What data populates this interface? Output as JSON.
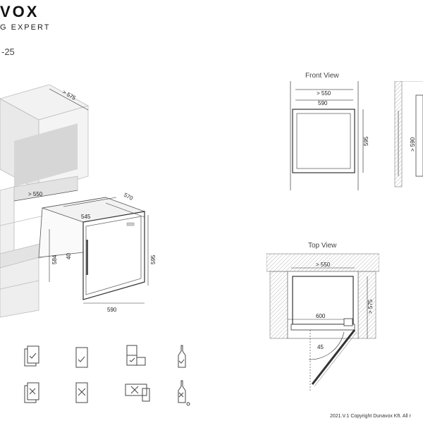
{
  "brand": {
    "name": "VOX",
    "tagline": "G EXPERT"
  },
  "model_fragment": "-25",
  "views": {
    "front": {
      "title": "Front View",
      "dims": [
        "> 550",
        "590",
        "595"
      ],
      "side_dim": "> 590"
    },
    "top": {
      "title": "Top View",
      "dims": [
        "> 550",
        "600",
        "> 575",
        "45"
      ]
    }
  },
  "installation": {
    "dims": [
      "> 575",
      "> 550",
      "545",
      "570",
      "584",
      "40",
      "595",
      "590"
    ]
  },
  "icons": {
    "row1": [
      "documents-check-icon",
      "door-check-icon",
      "cabinet-stack-check-icon",
      "bottle-check-icon"
    ],
    "row2": [
      "documents-cross-icon",
      "door-cross-icon",
      "cabinet-cross-icon",
      "bottle-cross-icon"
    ]
  },
  "copyright": "2021.V.1 Copyright Dunavox Kft. All r"
}
